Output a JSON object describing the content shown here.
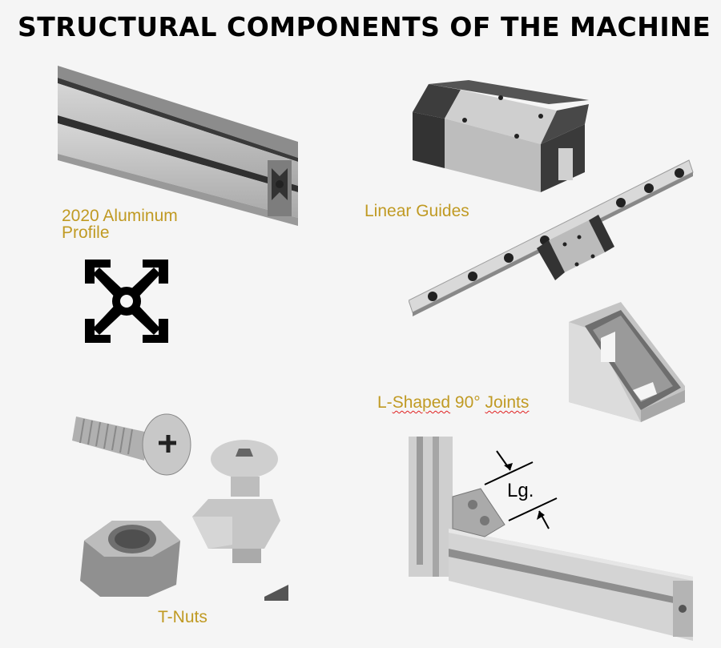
{
  "title": "STRUCTURAL COMPONENTS OF THE MACHINE",
  "labels": {
    "profile_line1": "2020 Aluminum",
    "profile_line2": "Profile",
    "linear_guides": "Linear Guides",
    "joints_prefix": "L-",
    "joints_word1": "Shaped",
    "joints_mid": " 90° ",
    "joints_word2": "Joints",
    "tnuts": "T-Nuts",
    "dimension": "Lg."
  },
  "images": {
    "profile": "aluminum-extrusion-2020",
    "profile_cross_section": "2020-cross-section",
    "linear_block": "linear-guide-carriage-block",
    "linear_rail": "linear-rail-with-carriage",
    "angle_bracket": "l-shaped-corner-bracket",
    "fasteners": "screw-tnut-hexnut",
    "frame_corner": "frame-corner-with-bracket"
  },
  "colors": {
    "background": "#f5f5f5",
    "label_gold": "#c09a23",
    "title": "#000000"
  }
}
